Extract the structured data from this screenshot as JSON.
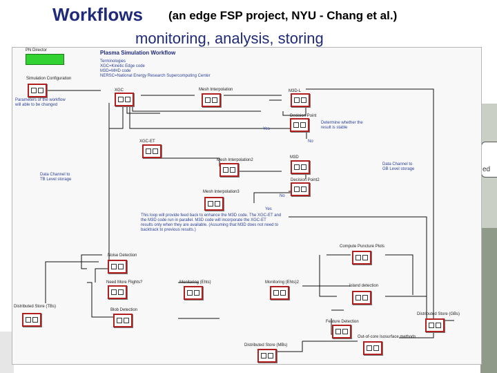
{
  "slide": {
    "title": "Workflows",
    "subtitle": "(an edge FSP project, NYU - Chang et al.)",
    "title_line2": "monitoring, analysis, storing"
  },
  "background_fragment": {
    "text": "ed"
  },
  "workflow": {
    "director_label": "PN Director",
    "title": "Plasma Simulation Workflow",
    "terminology_block": "Terminologies\nXGC=Kinetic Edge code\nM3D=MHD code\nNERSC=National Energy Research Supercomputing Center",
    "nodes": [
      {
        "label": "Simulation Configuration"
      },
      {
        "label": "XGC"
      },
      {
        "label": "Mesh Interpolation"
      },
      {
        "label": "M3D-L"
      },
      {
        "label": "Decision Point"
      },
      {
        "label": "XGC-ET"
      },
      {
        "label": "Mesh Interpolation2"
      },
      {
        "label": "M3D"
      },
      {
        "label": "Decision Point2"
      },
      {
        "label": "Mesh Interpolation3"
      },
      {
        "label": "Noise Detection"
      },
      {
        "label": "Need More Flights?"
      },
      {
        "label": "Monitoring (Ehts)"
      },
      {
        "label": "Monitoring (Ehts)2"
      },
      {
        "label": "Blob Detection"
      },
      {
        "label": "Distributed Store (TBs)"
      },
      {
        "label": "Compute Puncture Plots"
      },
      {
        "label": "Island detection"
      },
      {
        "label": "Distributed Store (GBs)"
      },
      {
        "label": "Feature Detection"
      },
      {
        "label": "Out-of-core Isosurface methods"
      },
      {
        "label": "Distributed Store (MBs)"
      }
    ],
    "annotations": {
      "param_note": "Parameters of the workflow\nwill able to be changed",
      "determine_note": "Determine whether the\nresult is stable",
      "data_channel_tb": "Data Channel to\nTB Level storage",
      "data_channel_gb": "Data Channel to\nGB Level storage",
      "loop_note": "This loop will provide feed back to enhance the M3D code. The XGC-ET and\nthe M3D code run in parallel. M3D code will incorporate the XGC-ET\nresults only when they are available. (Assuming that M3D does not need to\nbacktrack to previous results.)"
    },
    "edge_labels": {
      "yes1": "Yes",
      "no1": "No",
      "no2": "No",
      "yes2": "Yes"
    }
  }
}
